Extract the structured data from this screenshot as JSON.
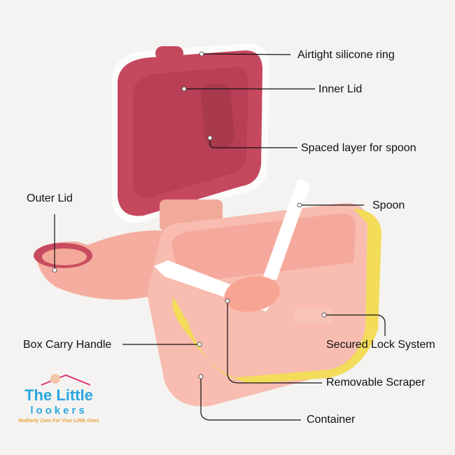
{
  "labels": {
    "silicone_ring": "Airtight silicone ring",
    "inner_lid": "Inner Lid",
    "spoon_layer": "Spaced layer for spoon",
    "outer_lid": "Outer Lid",
    "spoon": "Spoon",
    "lock": "Secured Lock System",
    "handle": "Box Carry Handle",
    "scraper": "Removable Scraper",
    "container": "Container"
  },
  "logo": {
    "line1": "The Little",
    "line2": "lookers",
    "tagline": "Motherly Care For Your Little Ones"
  },
  "colors": {
    "lid": "#c5485e",
    "body": "#f7b9ae",
    "handle": "#f2dc5a"
  }
}
